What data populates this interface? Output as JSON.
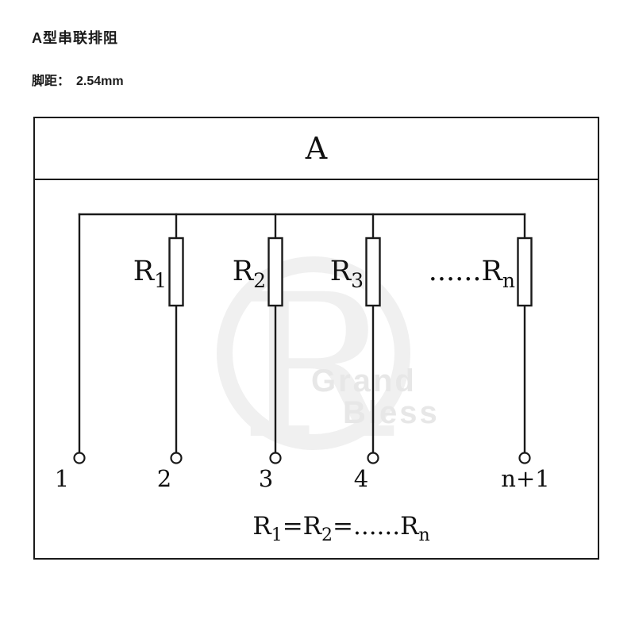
{
  "header": {
    "title": "A型串联排阻",
    "pitch_label": "脚距：",
    "pitch_value": "2.54mm"
  },
  "diagram": {
    "type_label": "A",
    "resistor_labels": [
      {
        "base": "R",
        "sub": "1"
      },
      {
        "base": "R",
        "sub": "2"
      },
      {
        "base": "R",
        "sub": "3"
      },
      {
        "base": "......R",
        "sub": "n"
      }
    ],
    "pin_labels": [
      "1",
      "2",
      "3",
      "4",
      "n+1"
    ],
    "formula": {
      "r1_base": "R",
      "r1_sub": "1",
      "r2_base": "=R",
      "r2_sub": "2",
      "rn_base": "=......R",
      "rn_sub": "n"
    }
  },
  "watermark": {
    "logo_letter": "R",
    "line1": "Grand",
    "line2": "Bless"
  }
}
